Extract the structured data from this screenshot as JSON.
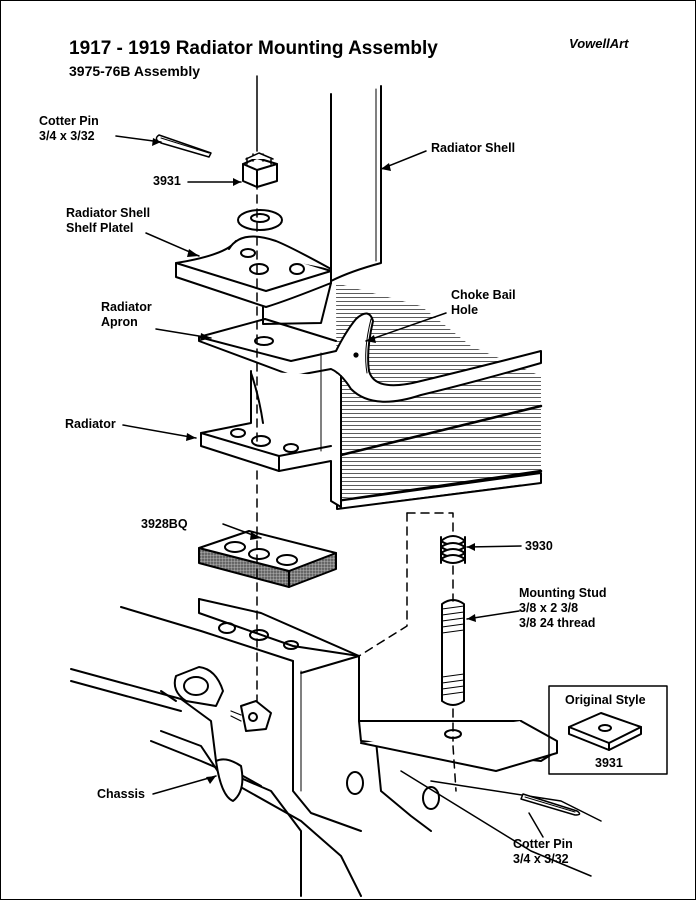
{
  "header": {
    "title": "1917 - 1919 Radiator Mounting Assembly",
    "subtitle": "3975-76B Assembly",
    "brand": "VowellArt"
  },
  "labels": {
    "cotter_pin_top": {
      "name": "Cotter Pin",
      "size": "3/4 x 3/32"
    },
    "nut_part": "3931",
    "radiator_shell": "Radiator Shell",
    "shelf_plate": {
      "line1": "Radiator Shell",
      "line2": "Shelf Platel"
    },
    "choke_bail": {
      "line1": "Choke Bail",
      "line2": "Hole"
    },
    "apron": {
      "line1": "Radiator",
      "line2": "Apron"
    },
    "radiator": "Radiator",
    "pad_part": "3928BQ",
    "spring_part": "3930",
    "mounting_stud": {
      "name": "Mounting Stud",
      "size": "3/8 x 2 3/8",
      "thread": "3/8 24 thread"
    },
    "chassis": "Chassis",
    "cotter_pin_bottom": {
      "name": "Cotter Pin",
      "size": "3/4 x 3/32"
    }
  },
  "inset": {
    "title": "Original Style",
    "part": "3931"
  }
}
